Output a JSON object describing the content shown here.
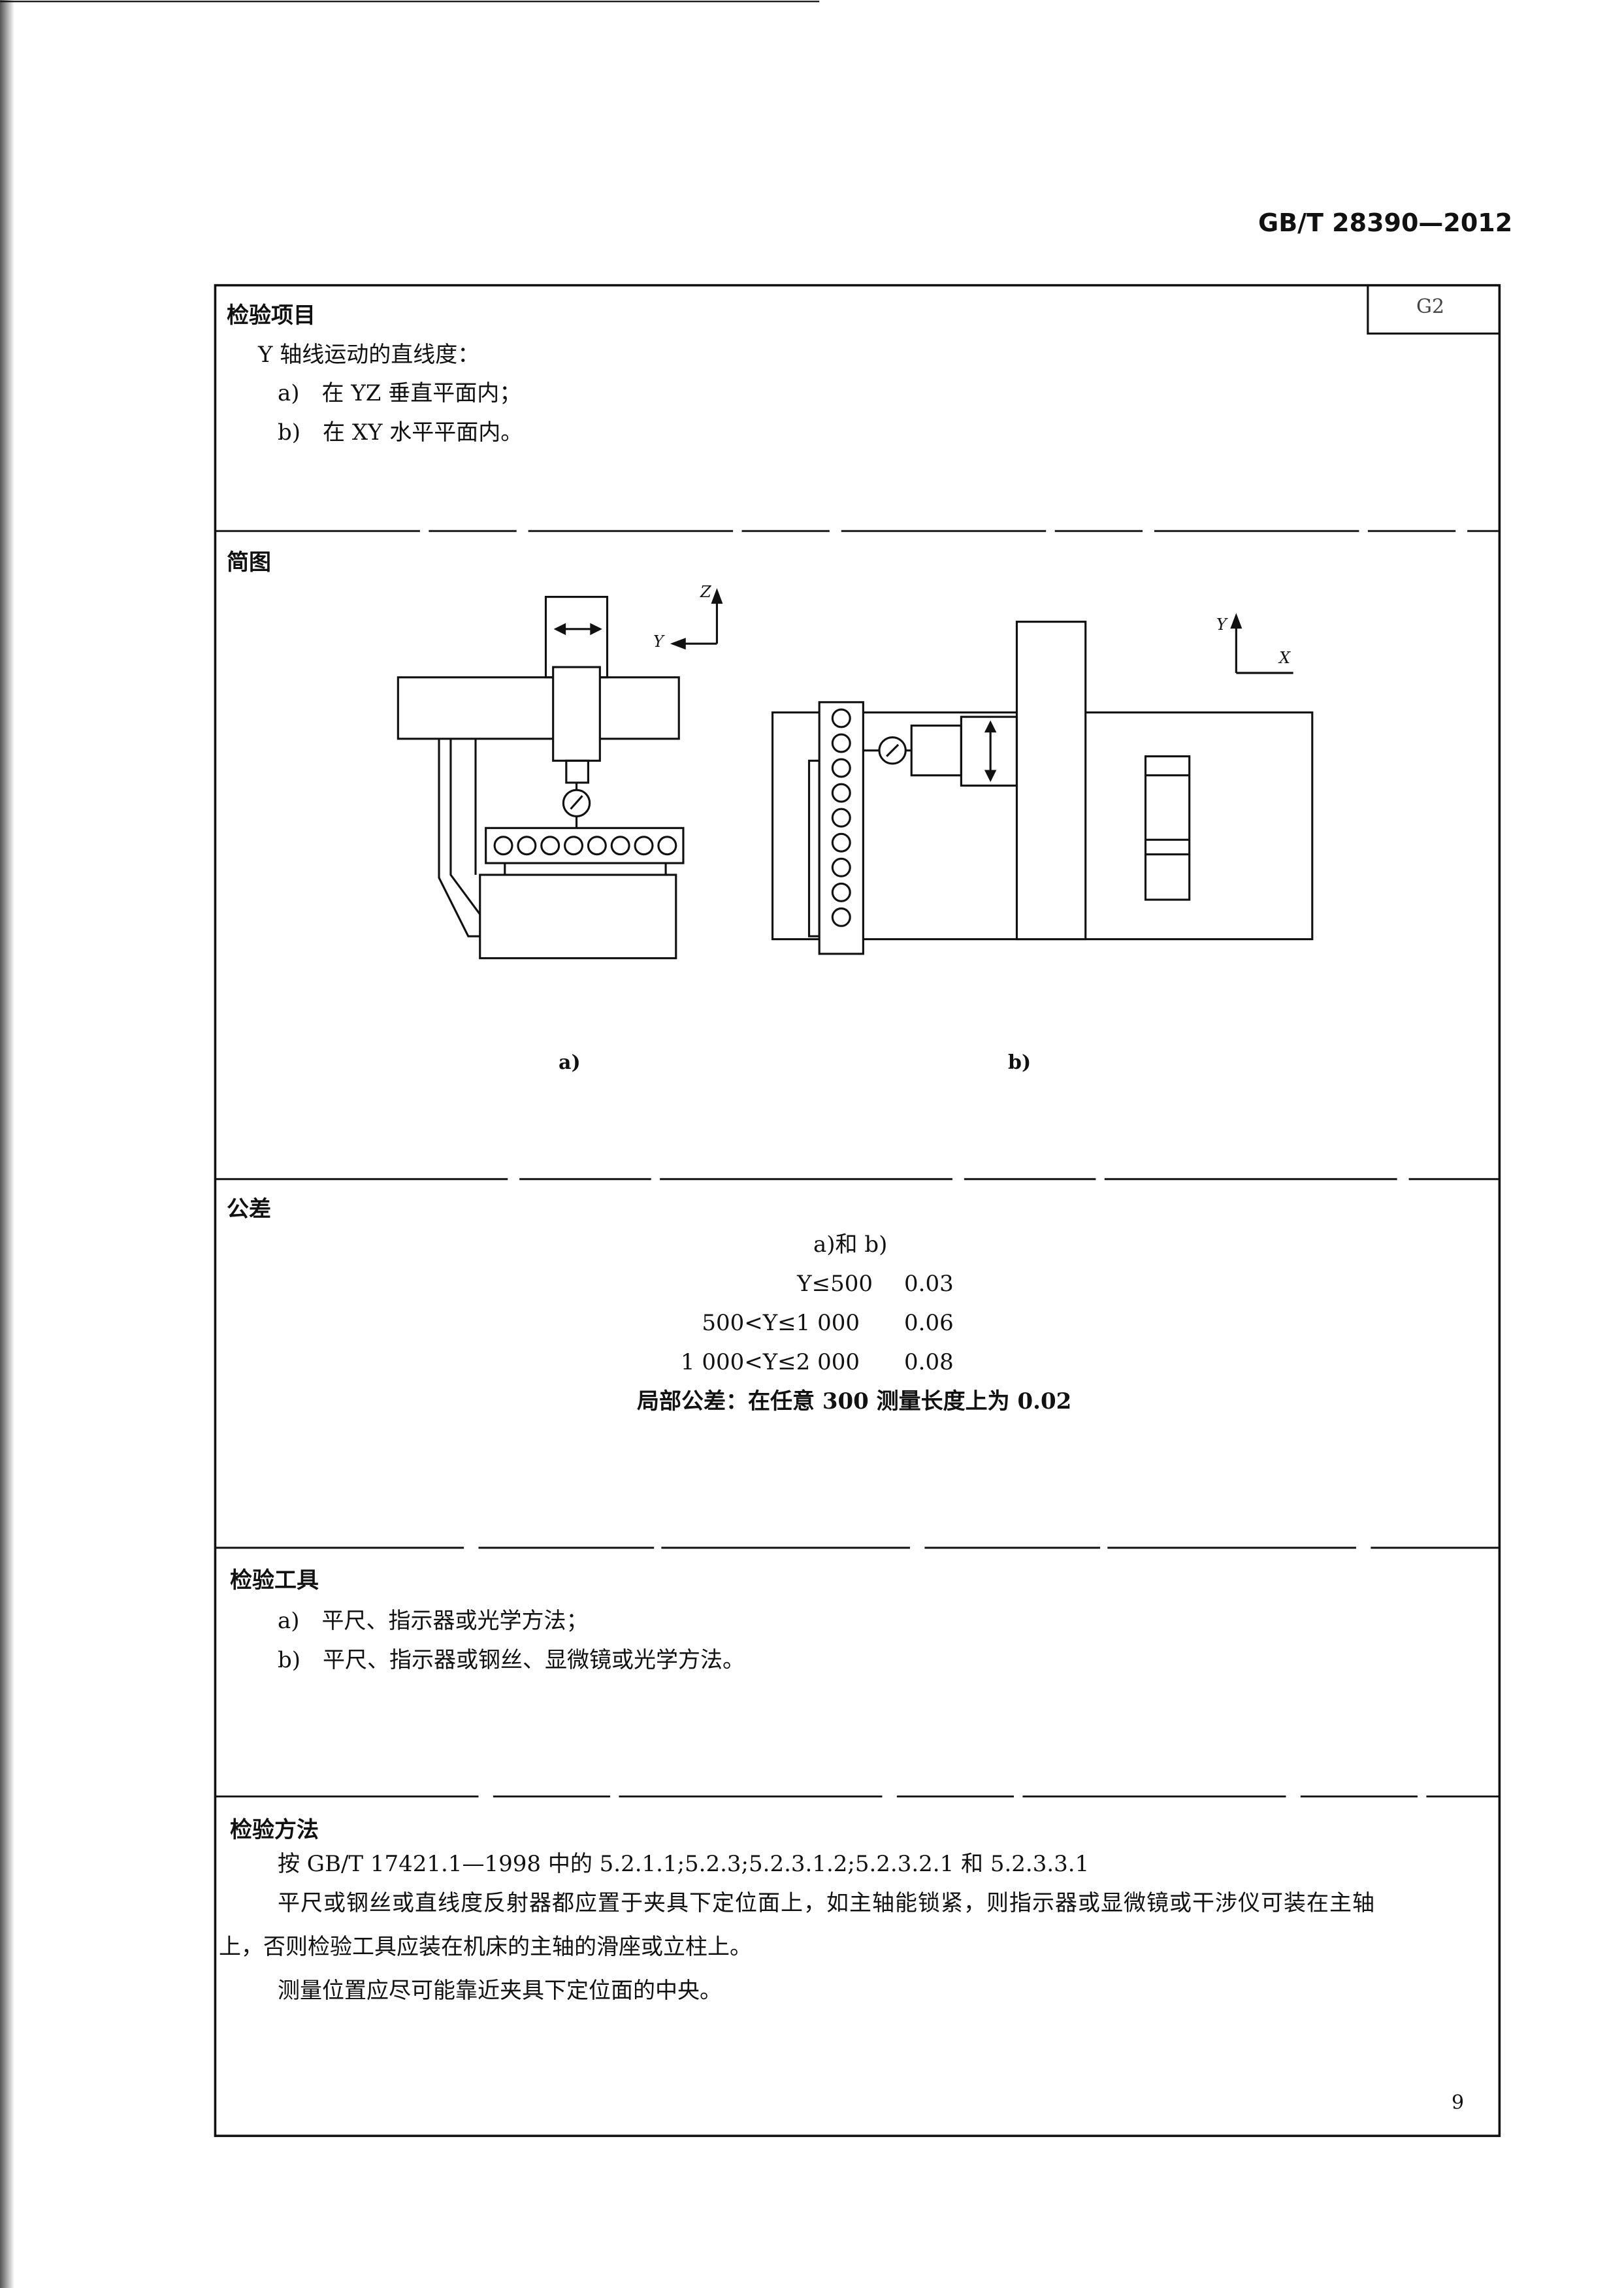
{
  "header": {
    "standard_number": "GB/T 28390—2012"
  },
  "item_code": "G2",
  "inspection_item": {
    "heading": "检验项目",
    "title": "Y 轴线运动的直线度：",
    "items": [
      "a)　在 YZ 垂直平面内；",
      "b)　在 XY 水平平面内。"
    ]
  },
  "diagram": {
    "heading": "简图",
    "fig_a": {
      "caption": "a)",
      "axis_z": "Z",
      "axis_y": "Y"
    },
    "fig_b": {
      "caption": "b)",
      "axis_y": "Y",
      "axis_x": "X"
    }
  },
  "tolerance": {
    "heading": "公差",
    "subtitle": "a)和 b)",
    "rows": [
      {
        "range": "Y≤500",
        "value": "0.03"
      },
      {
        "range": "500<Y≤1 000",
        "value": "0.06"
      },
      {
        "range": "1 000<Y≤2 000",
        "value": "0.08"
      }
    ],
    "local": "局部公差：在任意 300 测量长度上为 0.02"
  },
  "tools": {
    "heading": "检验工具",
    "items": [
      "a)　平尺、指示器或光学方法；",
      "b)　平尺、指示器或钢丝、显微镜或光学方法。"
    ]
  },
  "method": {
    "heading": "检验方法",
    "paragraphs": [
      "按 GB/T 17421.1—1998 中的 5.2.1.1;5.2.3;5.2.3.1.2;5.2.3.2.1 和 5.2.3.3.1",
      "平尺或钢丝或直线度反射器都应置于夹具下定位面上，如主轴能锁紧，则指示器或显微镜或干涉仪可装在主轴",
      "上，否则检验工具应装在机床的主轴的滑座或立柱上。",
      "测量位置应尽可能靠近夹具下定位面的中央。"
    ]
  },
  "footer": {
    "page_number": "9"
  }
}
